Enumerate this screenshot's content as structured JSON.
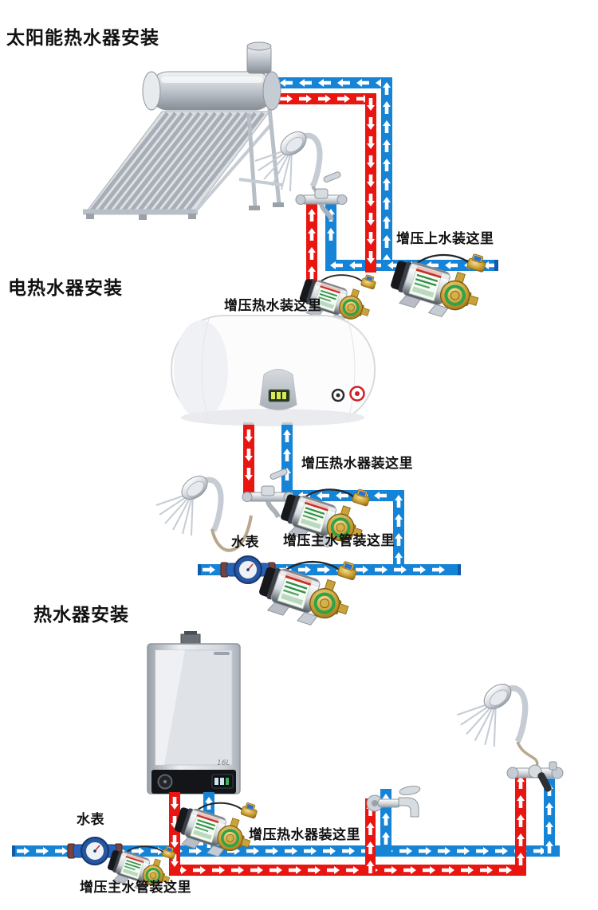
{
  "colors": {
    "hot_pipe": "#e81511",
    "cold_pipe": "#1583d6",
    "arrow": "#ffffff",
    "label_text": "#111111"
  },
  "sections": {
    "solar": {
      "title": "太阳能热水器安装",
      "labels": {
        "inlet_pump": "增压上水装这里",
        "hot_water_pump": "增压热水装这里"
      }
    },
    "electric": {
      "title": "电热水器安装",
      "labels": {
        "heater_pump": "增压热水器装这里",
        "water_meter": "水表",
        "main_pipe_pump": "增压主水管装这里"
      }
    },
    "gas": {
      "title": "热水器安装",
      "heater_capacity": "16L",
      "labels": {
        "water_meter": "水表",
        "heater_pump": "增压热水器装这里",
        "main_pipe_pump": "增压主水管装这里"
      }
    }
  }
}
